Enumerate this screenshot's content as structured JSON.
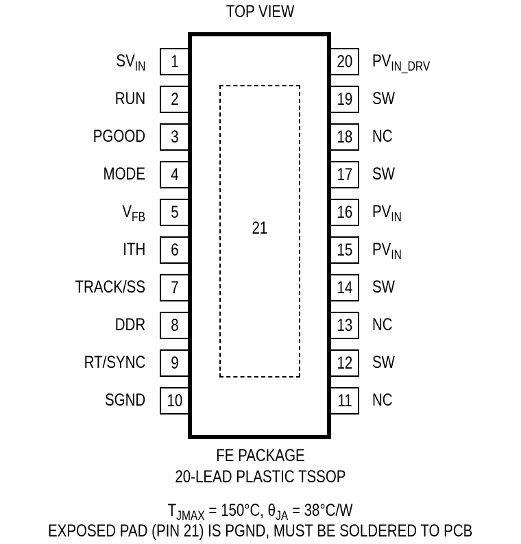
{
  "title": "TOP VIEW",
  "package_body": {
    "exposed_pad_label": "21"
  },
  "left_pins": [
    {
      "number": "1",
      "name": "SV",
      "sub": "IN"
    },
    {
      "number": "2",
      "name": "RUN",
      "sub": ""
    },
    {
      "number": "3",
      "name": "PGOOD",
      "sub": ""
    },
    {
      "number": "4",
      "name": "MODE",
      "sub": ""
    },
    {
      "number": "5",
      "name": "V",
      "sub": "FB"
    },
    {
      "number": "6",
      "name": "ITH",
      "sub": ""
    },
    {
      "number": "7",
      "name": "TRACK/SS",
      "sub": ""
    },
    {
      "number": "8",
      "name": "DDR",
      "sub": ""
    },
    {
      "number": "9",
      "name": "RT/SYNC",
      "sub": ""
    },
    {
      "number": "10",
      "name": "SGND",
      "sub": ""
    }
  ],
  "right_pins": [
    {
      "number": "20",
      "name": "PV",
      "sub": "IN_DRV"
    },
    {
      "number": "19",
      "name": "SW",
      "sub": ""
    },
    {
      "number": "18",
      "name": "NC",
      "sub": ""
    },
    {
      "number": "17",
      "name": "SW",
      "sub": ""
    },
    {
      "number": "16",
      "name": "PV",
      "sub": "IN"
    },
    {
      "number": "15",
      "name": "PV",
      "sub": "IN"
    },
    {
      "number": "14",
      "name": "SW",
      "sub": ""
    },
    {
      "number": "13",
      "name": "NC",
      "sub": ""
    },
    {
      "number": "12",
      "name": "SW",
      "sub": ""
    },
    {
      "number": "11",
      "name": "NC",
      "sub": ""
    }
  ],
  "footer": {
    "package_name": "FE PACKAGE",
    "package_desc": "20-LEAD PLASTIC TSSOP",
    "thermal": {
      "tj_symbol": "T",
      "tj_sub": "JMAX",
      "tj_value": " = 150°C, ",
      "theta_symbol": "θ",
      "theta_sub": "JA",
      "theta_value": " = 38°C/W"
    },
    "note": "EXPOSED PAD (PIN 21) IS PGND, MUST BE SOLDERED TO PCB"
  }
}
